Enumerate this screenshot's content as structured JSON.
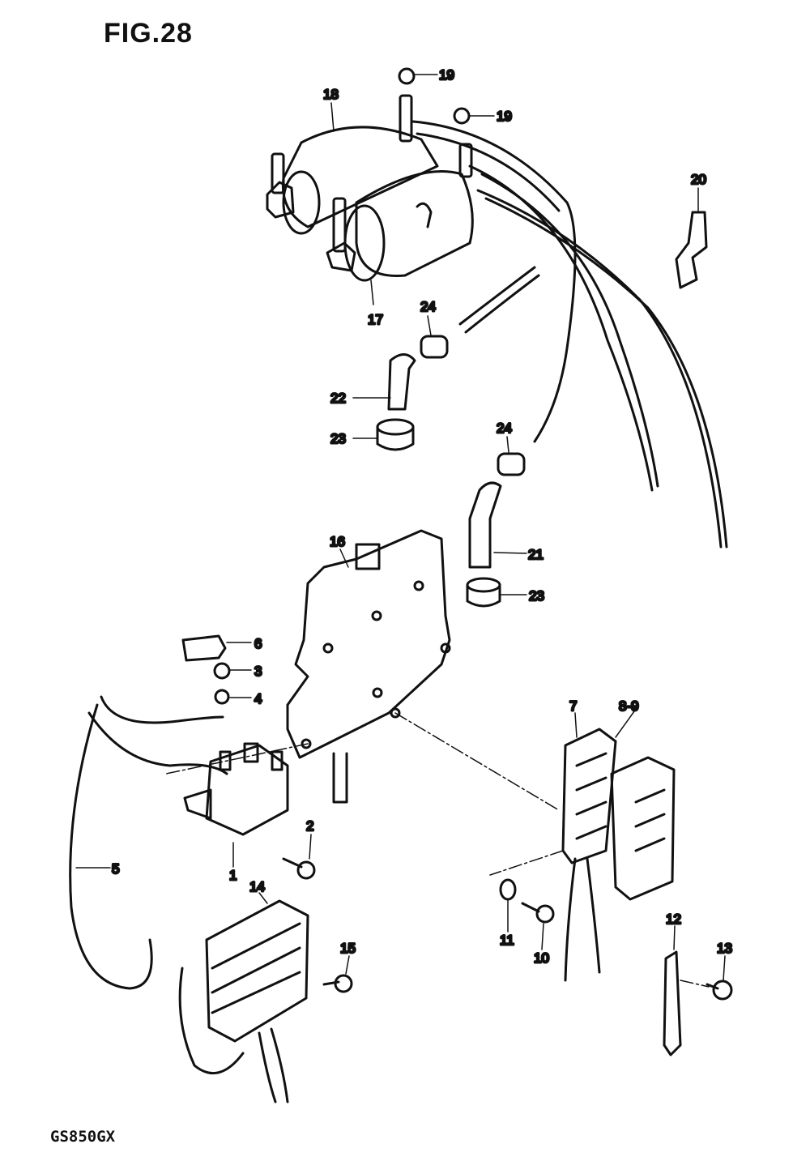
{
  "figure": {
    "title": "FIG.28",
    "model": "GS850GX"
  },
  "callouts": [
    {
      "id": "c18",
      "label": "18"
    },
    {
      "id": "c19a",
      "label": "19"
    },
    {
      "id": "c19b",
      "label": "19"
    },
    {
      "id": "c20",
      "label": "20"
    },
    {
      "id": "c17",
      "label": "17"
    },
    {
      "id": "c24a",
      "label": "24"
    },
    {
      "id": "c22",
      "label": "22"
    },
    {
      "id": "c23a",
      "label": "23"
    },
    {
      "id": "c24b",
      "label": "24"
    },
    {
      "id": "c21",
      "label": "21"
    },
    {
      "id": "c23b",
      "label": "23"
    },
    {
      "id": "c16",
      "label": "16"
    },
    {
      "id": "c6",
      "label": "6"
    },
    {
      "id": "c3",
      "label": "3"
    },
    {
      "id": "c4",
      "label": "4"
    },
    {
      "id": "c7",
      "label": "7"
    },
    {
      "id": "c89",
      "label": "8-9"
    },
    {
      "id": "c2",
      "label": "2"
    },
    {
      "id": "c1",
      "label": "1"
    },
    {
      "id": "c5",
      "label": "5"
    },
    {
      "id": "c14",
      "label": "14"
    },
    {
      "id": "c15",
      "label": "15"
    },
    {
      "id": "c11",
      "label": "11"
    },
    {
      "id": "c10",
      "label": "10"
    },
    {
      "id": "c12",
      "label": "12"
    },
    {
      "id": "c13",
      "label": "13"
    }
  ]
}
